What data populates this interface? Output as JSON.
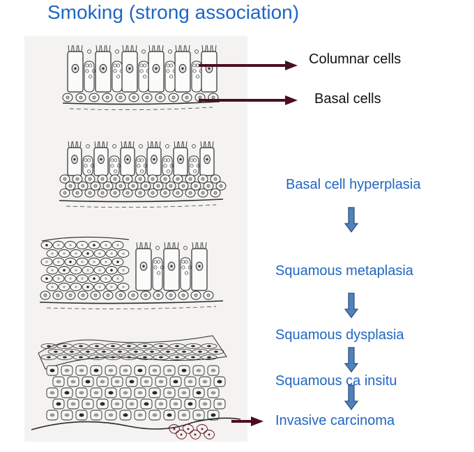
{
  "title": "Smoking (strong association)",
  "labels": {
    "columnar": "Columnar cells",
    "basal": "Basal cells"
  },
  "stages": [
    "Basal cell hyperplasia",
    "Squamous metaplasia",
    "Squamous dysplasia",
    "Squamous ca insitu",
    "Invasive carcinoma"
  ],
  "colors": {
    "title": "#1f66c2",
    "stage_text": "#1f66c2",
    "pointer_arrow": "#4a0f22",
    "flow_arrow_fill": "#4f81bd",
    "flow_arrow_stroke": "#2c4d75"
  }
}
